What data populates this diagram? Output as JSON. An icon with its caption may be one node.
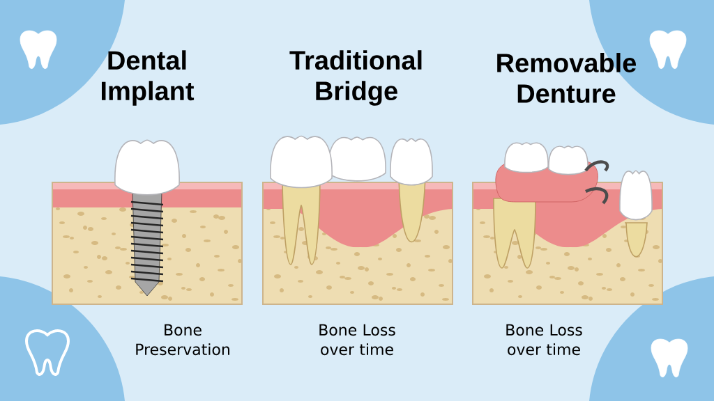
{
  "diagram": {
    "labels": [
      "Dental Implant",
      "Traditional Bridge",
      "Removable Denture",
      "Bone Preservation",
      "Bone Loss over time",
      "Bone Loss over time"
    ]
  }
}
